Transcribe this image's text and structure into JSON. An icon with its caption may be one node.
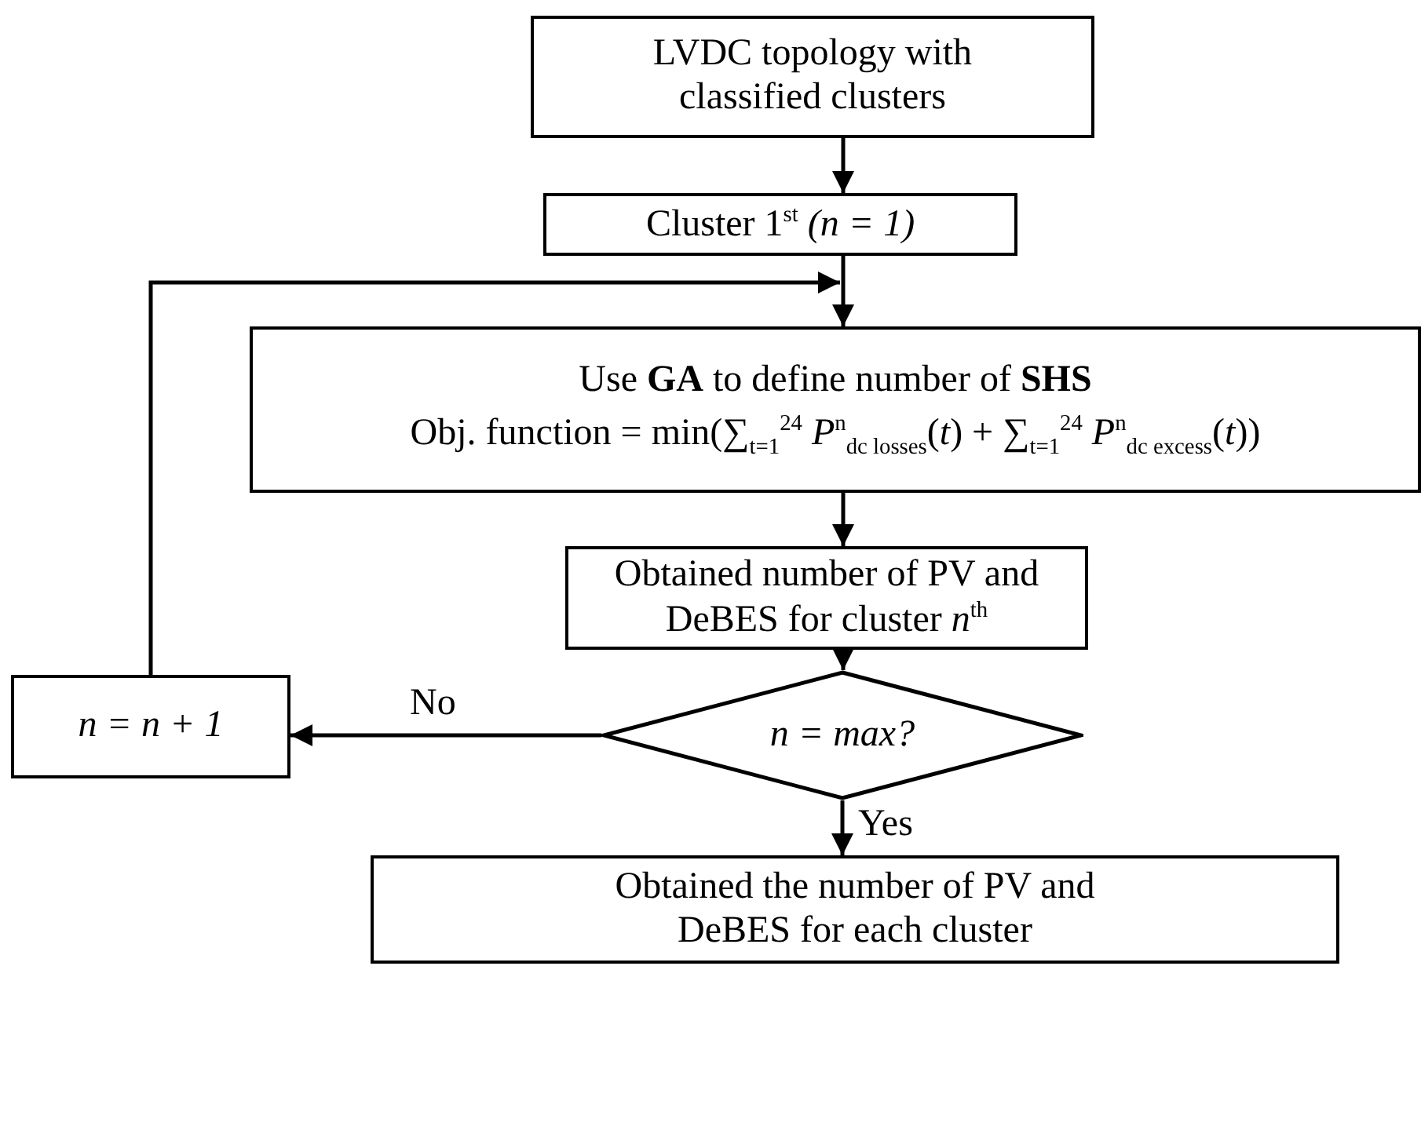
{
  "diagram": {
    "nodes": [
      {
        "text": [
          "LVDC topology with classified clusters"
        ]
      },
      {
        "text": [
          "Cluster 1$^{st}$ *(n = 1)*"
        ]
      },
      {
        "text": [
          "Use **GA** to define number of **SHS**",
          "Obj. function = min(∑$_{t=1}$$^{24}$ *P*$^{n}$$_{dc losses}$(*t*) + ∑$_{t=1}$$^{24}$ *P*$^{n}$$_{dc excess}$(*t*))"
        ]
      },
      {
        "text": [
          "Obtained number of PV and DeBES for cluster *n*$^{th}$"
        ]
      },
      {
        "text": [
          "n = max?"
        ]
      },
      {
        "text": [
          "n = n + 1"
        ]
      },
      {
        "text": [
          "Obtained the number of PV and DeBES for each cluster"
        ]
      }
    ],
    "edges": [
      {
        "from": 0,
        "to": 1,
        "arrow": "to"
      },
      {
        "from": 1,
        "to": 2,
        "arrow": "to"
      },
      {
        "from": 2,
        "to": 3,
        "arrow": "to"
      },
      {
        "from": 3,
        "to": 4,
        "arrow": "to"
      },
      {
        "from": 4,
        "to": 5,
        "arrow": "to",
        "label": "No"
      },
      {
        "from": 4,
        "to": 6,
        "arrow": "to",
        "label": "Yes"
      },
      {
        "from": 5,
        "to": 2,
        "arrow": "to"
      }
    ]
  }
}
